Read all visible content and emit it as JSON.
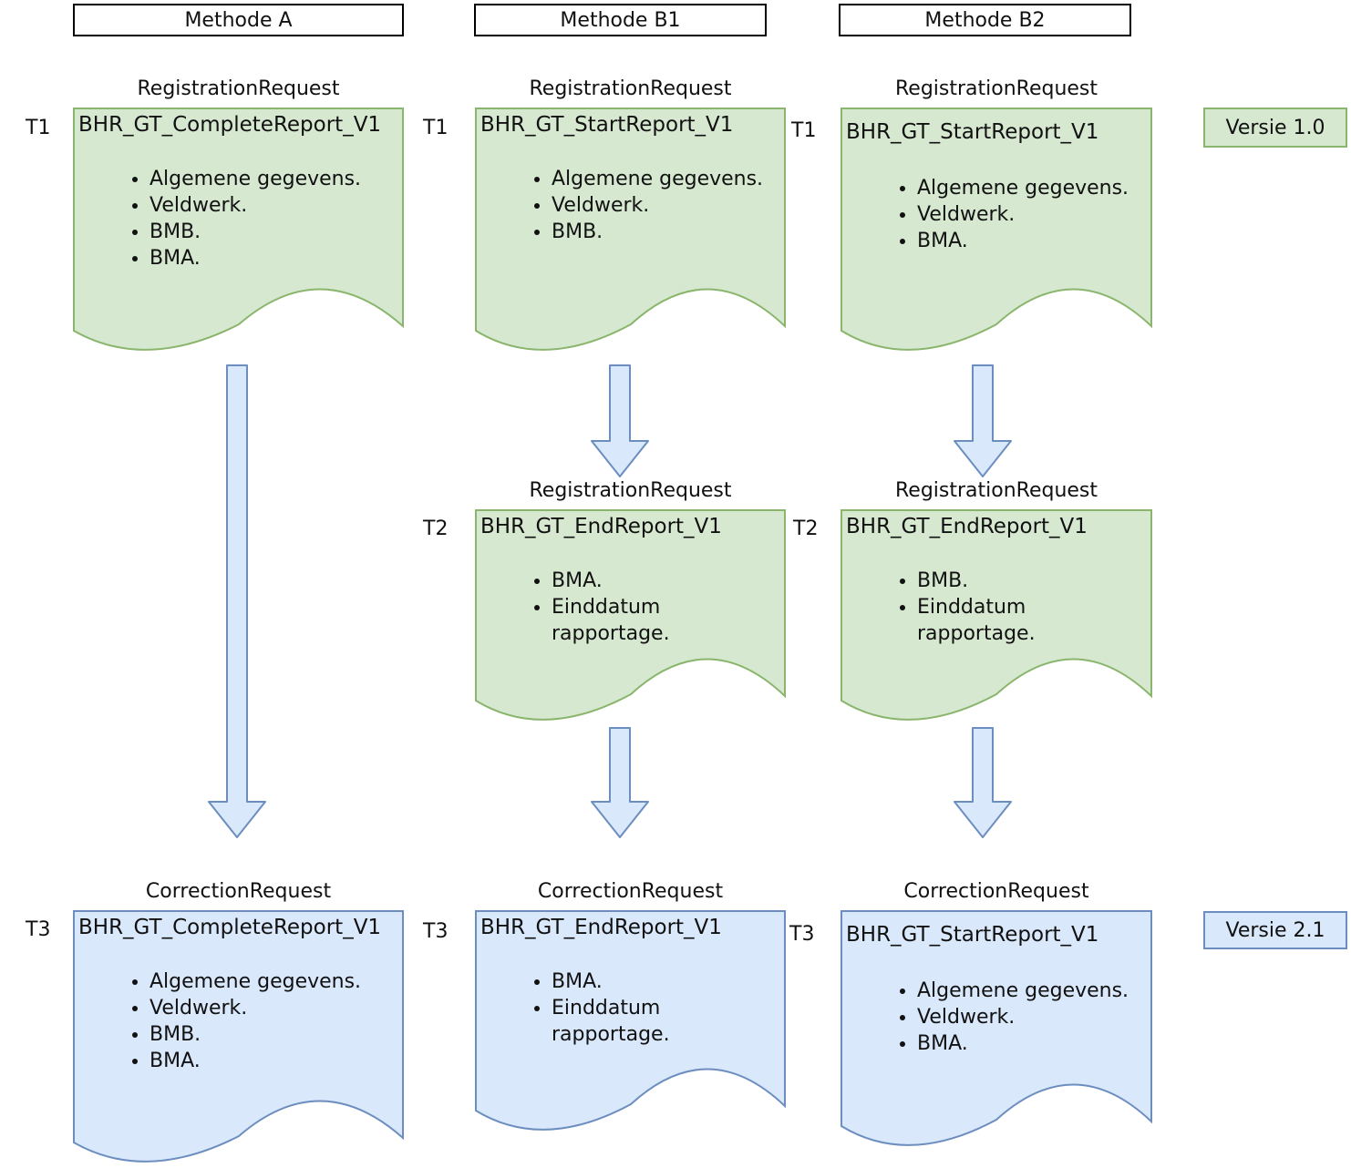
{
  "headers": [
    {
      "label": "Methode A"
    },
    {
      "label": "Methode B1"
    },
    {
      "label": "Methode B2"
    }
  ],
  "version_badges": [
    {
      "label": "Versie 1.0"
    },
    {
      "label": "Versie 2.1"
    }
  ],
  "docs": [
    {
      "time": "T1",
      "request_type": "RegistrationRequest",
      "title": "BHR_GT_CompleteReport_V1",
      "items": [
        "Algemene gegevens.",
        "Veldwerk.",
        "BMB.",
        "BMA."
      ]
    },
    {
      "time": "T1",
      "request_type": "RegistrationRequest",
      "title": "BHR_GT_StartReport_V1",
      "items": [
        "Algemene gegevens.",
        "Veldwerk.",
        "BMB."
      ]
    },
    {
      "time": "T1",
      "request_type": "RegistrationRequest",
      "title": "BHR_GT_StartReport_V1",
      "items": [
        "Algemene gegevens.",
        "Veldwerk.",
        "BMA."
      ]
    },
    {
      "time": "T2",
      "request_type": "RegistrationRequest",
      "title": "BHR_GT_EndReport_V1",
      "items": [
        "BMA.",
        "Einddatum rapportage."
      ]
    },
    {
      "time": "T2",
      "request_type": "RegistrationRequest",
      "title": "BHR_GT_EndReport_V1",
      "items": [
        "BMB.",
        "Einddatum rapportage."
      ]
    },
    {
      "time": "T3",
      "request_type": "CorrectionRequest",
      "title": "BHR_GT_CompleteReport_V1",
      "items": [
        "Algemene gegevens.",
        "Veldwerk.",
        "BMB.",
        "BMA."
      ]
    },
    {
      "time": "T3",
      "request_type": "CorrectionRequest",
      "title": "BHR_GT_EndReport_V1",
      "items": [
        "BMA.",
        "Einddatum rapportage."
      ]
    },
    {
      "time": "T3",
      "request_type": "CorrectionRequest",
      "title": "BHR_GT_StartReport_V1",
      "items": [
        "Algemene gegevens.",
        "Veldwerk.",
        "BMA."
      ]
    }
  ],
  "colors": {
    "green_fill": "#d7e8d1",
    "green_stroke": "#8ab56c",
    "blue_fill": "#dae8fc",
    "blue_stroke": "#6c8ebf",
    "text_color": "#111111",
    "header_border": "#000000"
  }
}
